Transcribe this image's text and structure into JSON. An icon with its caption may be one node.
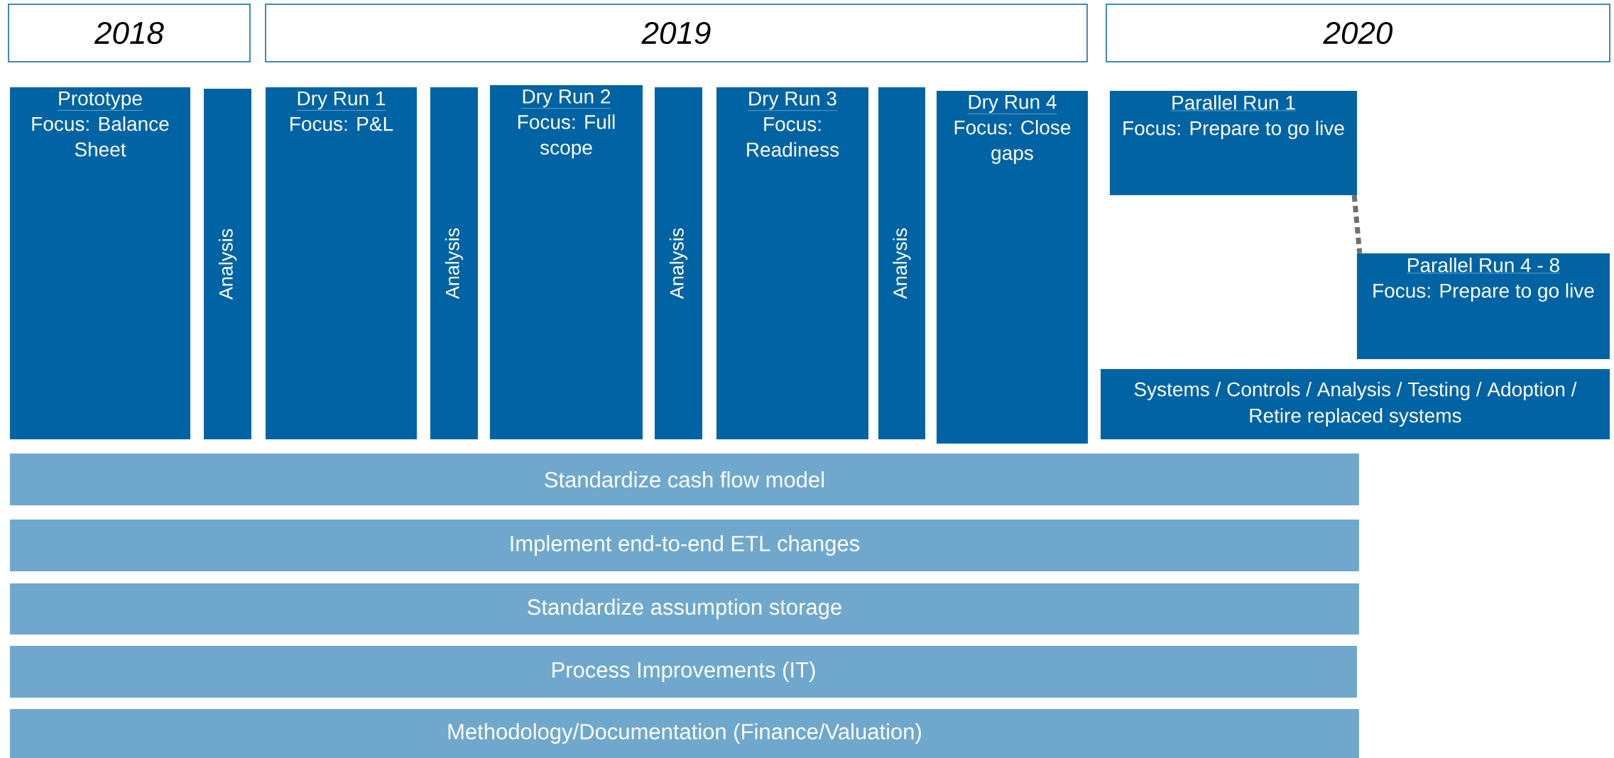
{
  "diagram": {
    "nodes": [
      {
        "text": [
          "2018"
        ]
      },
      {
        "text": [
          "2019"
        ]
      },
      {
        "text": [
          "2020"
        ]
      },
      {
        "text": [
          "Prototype",
          "Focus: Balance Sheet"
        ]
      },
      {
        "text": [
          "Analysis"
        ]
      },
      {
        "text": [
          "Dry Run 1",
          "Focus: P&L"
        ]
      },
      {
        "text": [
          "Analysis"
        ]
      },
      {
        "text": [
          "Dry Run 2",
          "Focus: Full scope"
        ]
      },
      {
        "text": [
          "Analysis"
        ]
      },
      {
        "text": [
          "Dry Run 3",
          "Focus: Readiness"
        ]
      },
      {
        "text": [
          "Analysis"
        ]
      },
      {
        "text": [
          "Dry Run 4",
          "Focus: Close gaps"
        ]
      },
      {
        "text": [
          "Parallel Run 1",
          "Focus: Prepare to go live"
        ]
      },
      {
        "text": [
          "Parallel Run 4 - 8",
          "Focus: Prepare to go live"
        ]
      },
      {
        "text": [
          "Systems / Controls / Analysis / Testing / Adoption / Retire replaced systems"
        ]
      },
      {
        "text": [
          "Standardize cash flow model"
        ]
      },
      {
        "text": [
          "Implement end-to-end ETL changes"
        ]
      },
      {
        "text": [
          "Standardize assumption storage"
        ]
      },
      {
        "text": [
          "Process Improvements (IT)"
        ]
      },
      {
        "text": [
          "Methodology/Documentation (Finance/Valuation)"
        ]
      }
    ],
    "edges": [
      {
        "from": 12,
        "to": 13,
        "arrow": "none",
        "style": "dashed",
        "color": "#6e6e6e"
      }
    ]
  }
}
